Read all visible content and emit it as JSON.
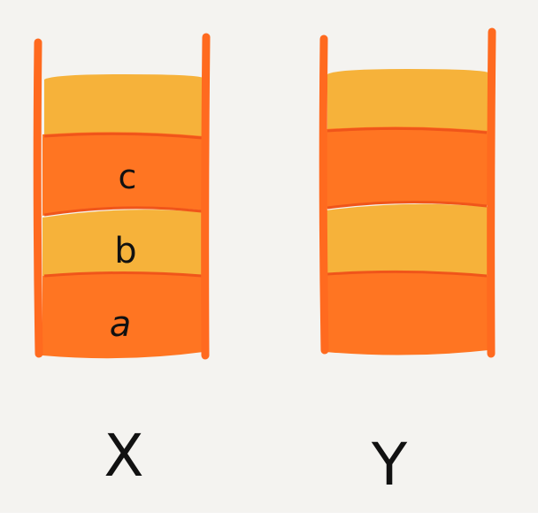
{
  "colors": {
    "background": "#f4f3f0",
    "frame": "#ff6a1f",
    "orange_layer": "#ff7522",
    "yellow_layer": "#f6b23a",
    "label_ink": "#111111"
  },
  "stacks": [
    {
      "label": "X",
      "layers_bottom_to_top": [
        {
          "color": "orange",
          "label": "a"
        },
        {
          "color": "yellow",
          "label": "b"
        },
        {
          "color": "orange",
          "label": "c"
        },
        {
          "color": "yellow",
          "label": ""
        }
      ]
    },
    {
      "label": "Y",
      "layers_bottom_to_top": [
        {
          "color": "orange",
          "label": ""
        },
        {
          "color": "yellow",
          "label": ""
        },
        {
          "color": "orange",
          "label": ""
        },
        {
          "color": "yellow",
          "label": ""
        }
      ]
    }
  ]
}
